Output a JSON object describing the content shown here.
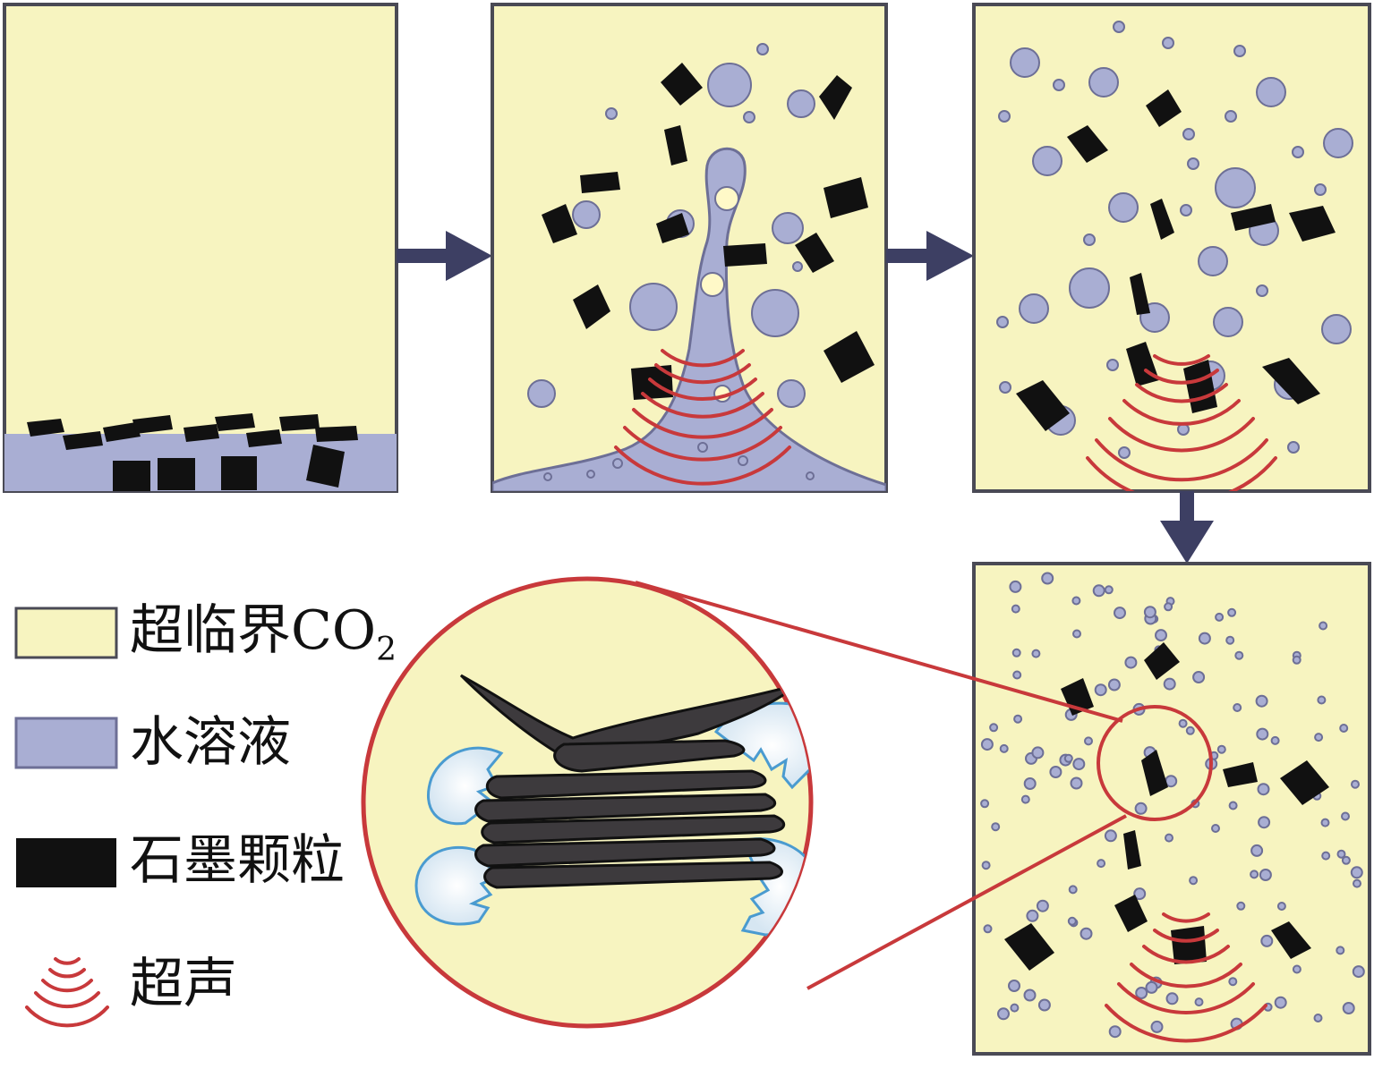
{
  "legend": {
    "items": [
      {
        "key": "co2",
        "label": "超临界CO",
        "subscript": "2",
        "swatch_color": "#f7f4c0"
      },
      {
        "key": "water",
        "label": "水溶液",
        "swatch_color": "#a9aed3"
      },
      {
        "key": "graphite",
        "label": "石墨颗粒",
        "swatch_color": "#111111"
      },
      {
        "key": "ultrasound",
        "label": "超声",
        "swatch_color": "#c8393b"
      }
    ]
  },
  "colors": {
    "panel_fill": "#f7f4c0",
    "panel_border": "#4a4a55",
    "water": "#a9aed3",
    "water_stroke": "#6d6f96",
    "graphite": "#111111",
    "ultrasound": "#c8393b",
    "arrow": "#3d3f63",
    "zoom_circle": "#c8393b",
    "exfoliant_glow": "#4a9bd0"
  },
  "panels": [
    {
      "name": "stage-1-panel"
    },
    {
      "name": "stage-2-panel"
    },
    {
      "name": "stage-3-panel"
    },
    {
      "name": "stage-4-panel"
    }
  ]
}
